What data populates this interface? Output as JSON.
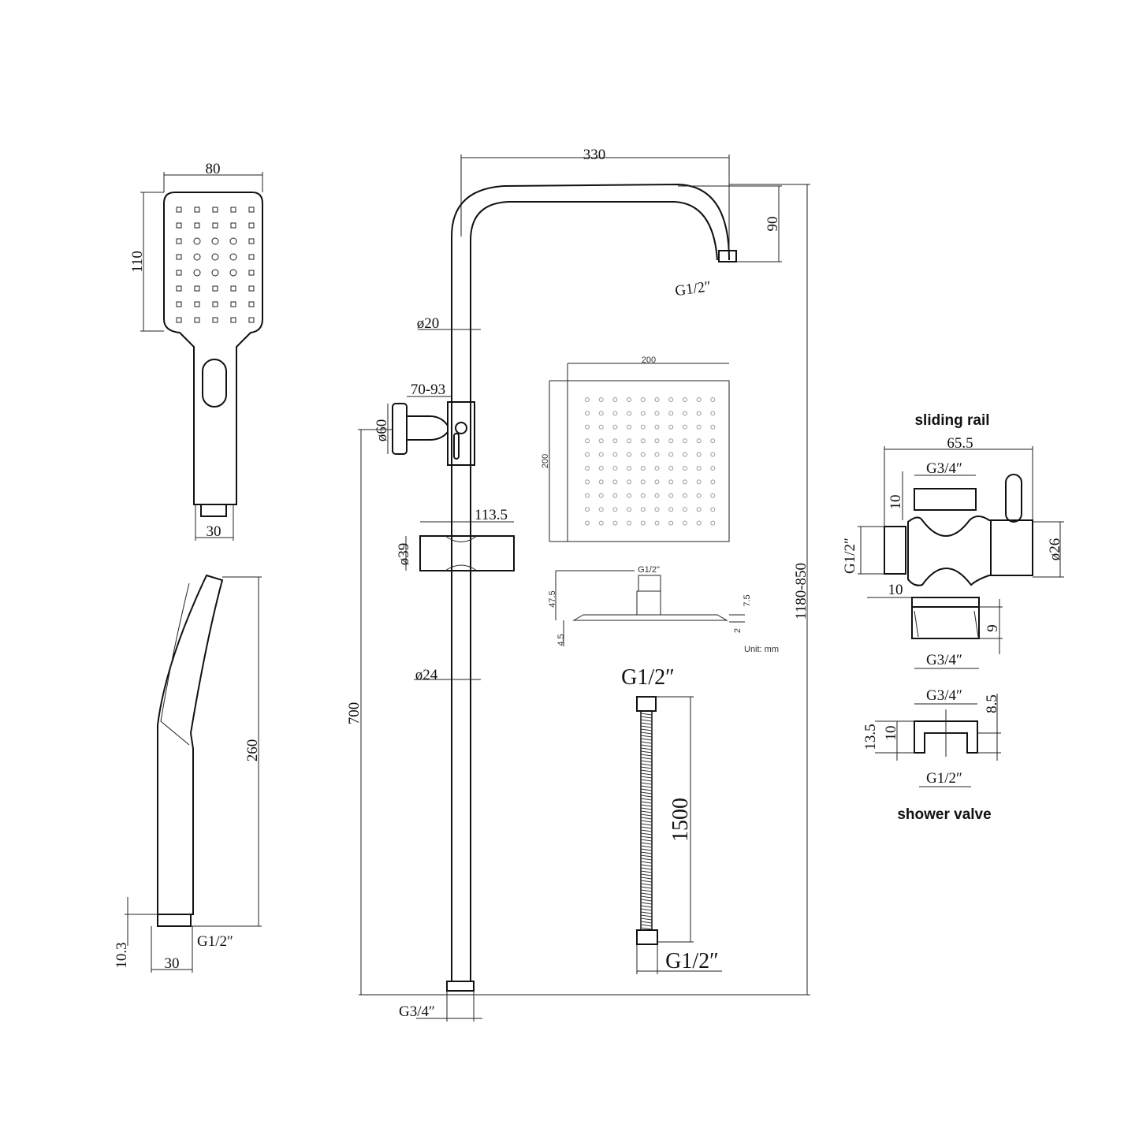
{
  "hand_shower_front": {
    "width": "80",
    "height": "110",
    "outlet": "30"
  },
  "hand_shower_side": {
    "length": "260",
    "offset": "10.3",
    "outlet": "30",
    "thread": "G1/2″"
  },
  "riser": {
    "arm_length": "330",
    "arm_drop": "90",
    "arm_thread": "G1/2″",
    "upper_dia": "ø20",
    "bracket_range": "70-93",
    "bracket_dia": "ø60",
    "slider_width": "113.5",
    "slider_dia": "ø39",
    "lower_dia": "ø24",
    "lower_height": "700",
    "total_height": "1180-850",
    "bottom_thread": "G3/4″"
  },
  "head_shower": {
    "width": "200",
    "height": "200",
    "thread": "G1/2\"",
    "height_total": "47.5",
    "thickness": "4.5",
    "edge": "7.5",
    "nozzle": "2",
    "unit": "Unit: mm"
  },
  "hose": {
    "top_thread": "G1/2″",
    "length": "1500",
    "bottom_thread": "G1/2″"
  },
  "sliding_rail": {
    "title": "sliding rail",
    "width": "65.5",
    "top_thread": "G3/4″",
    "top_len": "10",
    "side_thread": "G1/2″",
    "dia": "ø26",
    "side_len": "10",
    "nut_h": "9",
    "nut_thread": "G3/4″"
  },
  "shower_valve": {
    "title": "shower valve",
    "top_thread": "G3/4″",
    "depth": "8.5",
    "total": "13.5",
    "inner": "10",
    "bottom_thread": "G1/2″"
  }
}
